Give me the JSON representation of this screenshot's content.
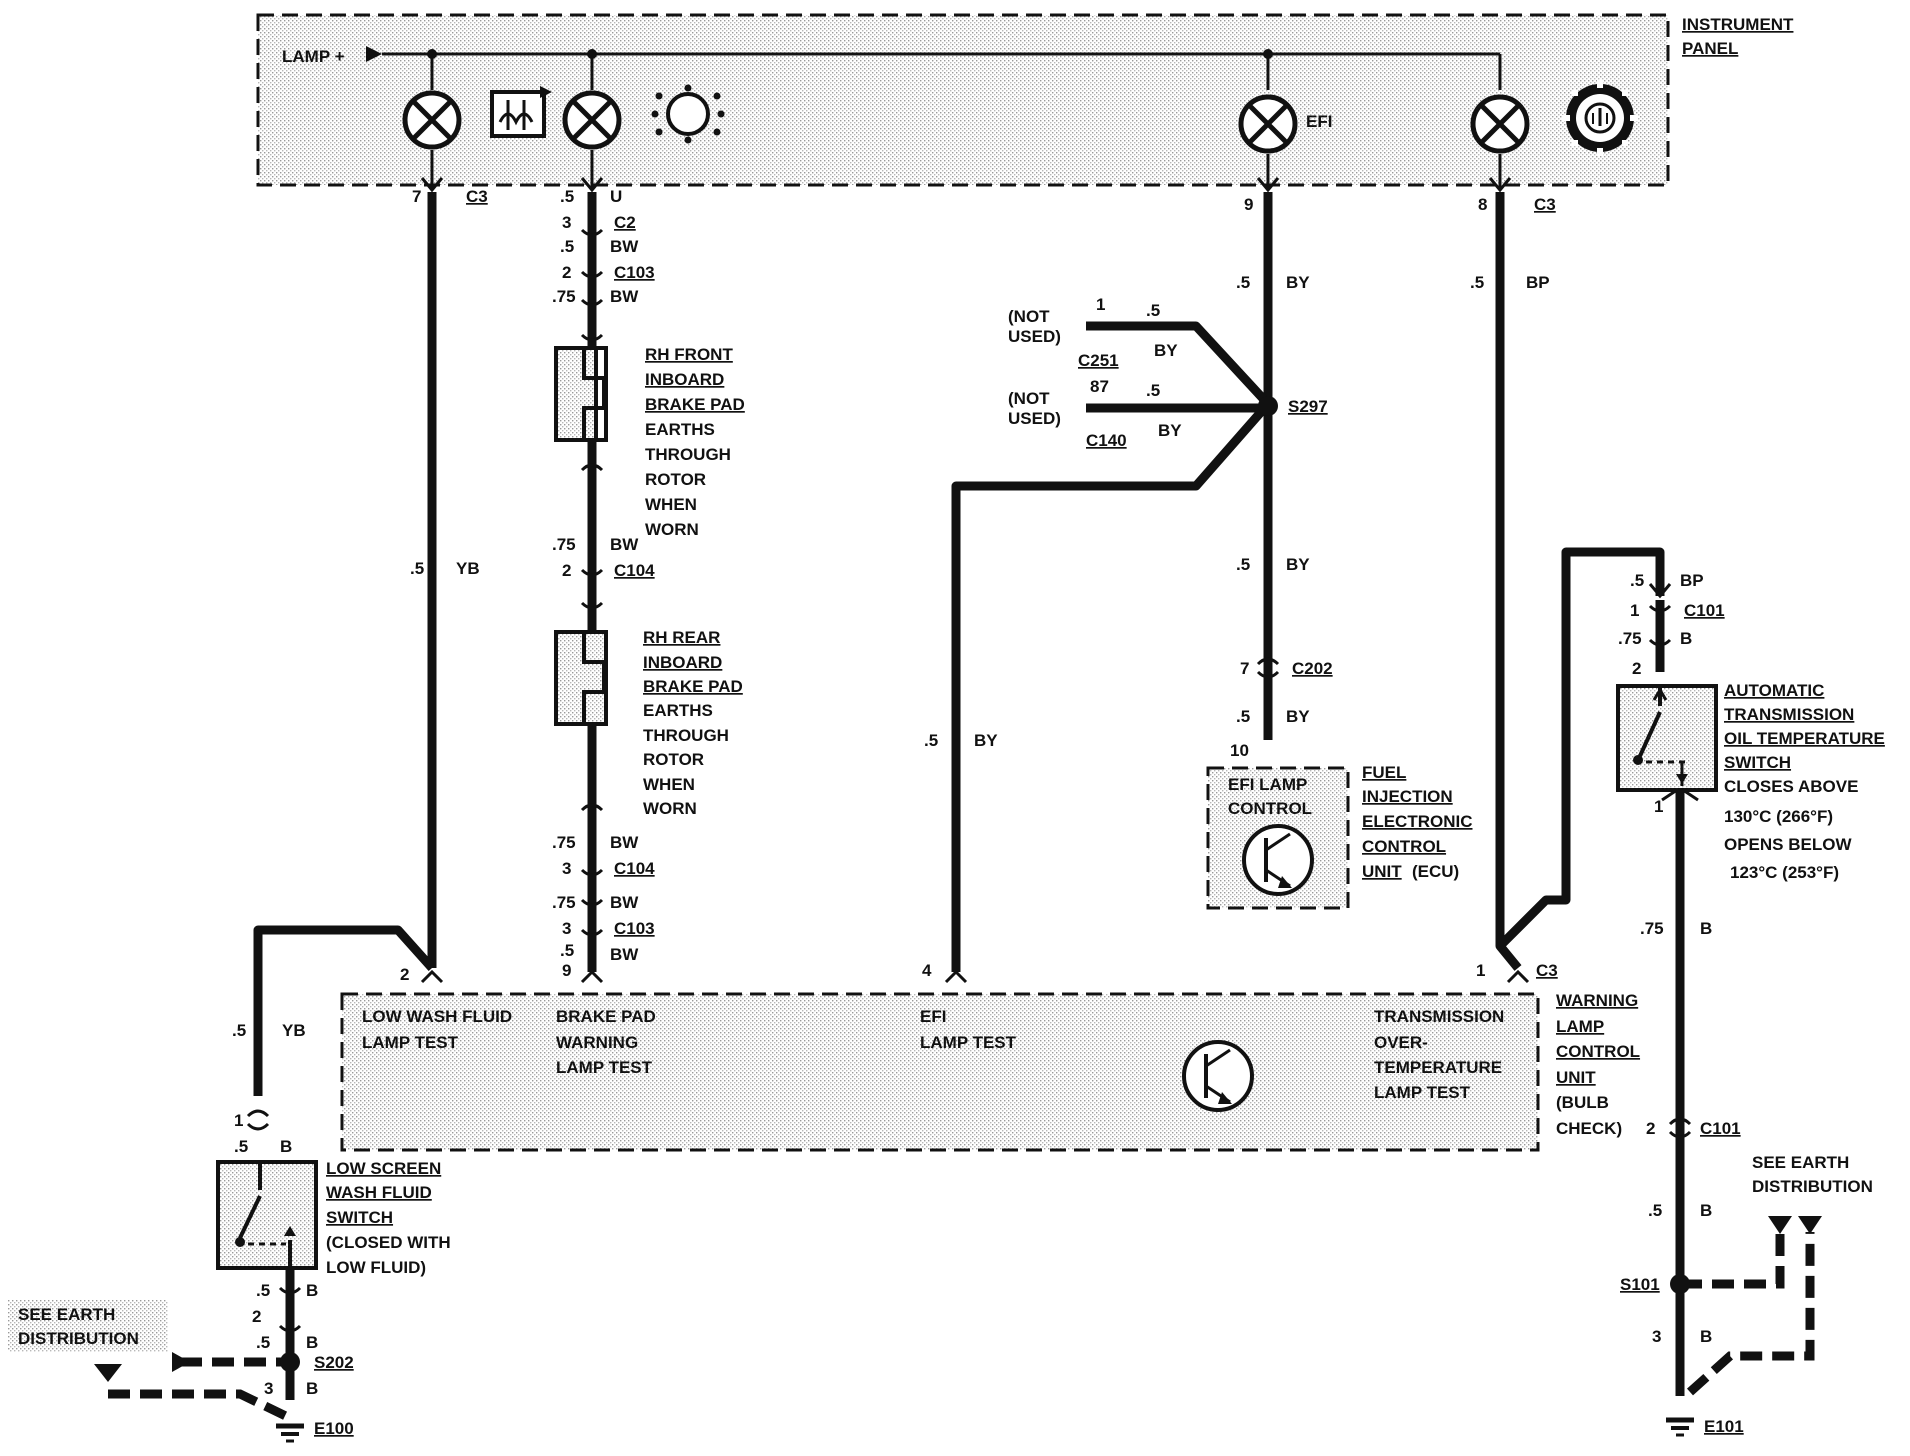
{
  "instrument_panel": {
    "label_1": "INSTRUMENT",
    "label_2": "PANEL",
    "lamp_feed": "LAMP +"
  },
  "bulbs": {
    "efi": "EFI"
  },
  "pins": {
    "p_lw_top": "7",
    "c_lw_top": "C3",
    "p_bp_top_g": ".5",
    "p_bp_top_c": "U",
    "p_bp_c2_n": "3",
    "c_bp_c2": "C2",
    "g_bp_1": ".5",
    "c_bp_1": "BW",
    "p_bp_c103_n": "2",
    "c_bp_c103": "C103",
    "g_bp_2": ".75",
    "c_bp_2": "BW",
    "p_efi_top": "9",
    "p_tr_top": "8",
    "c_tr_top": "C3",
    "g_efi_1": ".5",
    "c_efi_1": "BY",
    "g_tr_1": ".5",
    "c_tr_1": "BP",
    "g_lw_mid": ".5",
    "c_lw_mid": "YB",
    "g_bp_3": ".75",
    "c_bp_3": "BW",
    "p_bp_c104a_n": "2",
    "c_bp_c104a": "C104",
    "g_bp_4": ".75",
    "c_bp_4": "BW",
    "p_bp_c104b_n": "3",
    "c_bp_c104b": "C104",
    "g_bp_5": ".75",
    "c_bp_5": "BW",
    "p_bp_c103b_n": "3",
    "c_bp_c103b": "C103",
    "g_bp_6": ".5",
    "c_bp_6": "BW",
    "p_wl_2": "2",
    "p_wl_9": "9",
    "p_wl_4": "4",
    "p_wl_1": "1",
    "c_wl": "C3",
    "g_efi_branch": ".5",
    "c_efi_branch": "BY",
    "g_efi_2": ".5",
    "c_efi_2": "BY",
    "p_efi_c202_n": "7",
    "c_efi_c202": "C202",
    "g_efi_3": ".5",
    "c_efi_3": "BY",
    "p_efi_ecu": "10",
    "g_ot_1": ".5",
    "c_ot_1": "BP",
    "p_ot_c101a_n": "1",
    "c_ot_c101a": "C101",
    "g_ot_2": ".75",
    "c_ot_2": "B",
    "p_ot_sw_top": "2",
    "p_ot_sw_bot": "1",
    "g_ot_3": ".75",
    "c_ot_3": "B",
    "p_ot_c101b_n": "2",
    "c_ot_c101b": "C101",
    "g_ot_4": ".5",
    "c_ot_4": "B",
    "c_s101": "S101",
    "p_ot_5": "3",
    "c_ot_5": "B",
    "c_e101": "E101",
    "g_lw_2": ".5",
    "c_lw_2": "YB",
    "p_lw_sw_top": "1",
    "g_lw_3": ".5",
    "c_lw_3": "B",
    "g_lw_4": ".5",
    "c_lw_4": "B",
    "p_lw_5": "2",
    "g_lw_6": ".5",
    "c_lw_6": "B",
    "c_s202": "S202",
    "p_lw_7": "3",
    "c_lw_7": "B",
    "c_e100": "E100",
    "nu1_a": "(NOT",
    "nu1_b": "USED)",
    "nu1_pin": "1",
    "nu1_g": ".5",
    "nu1_c": "BY",
    "nu1_conn": "C251",
    "nu2_a": "(NOT",
    "nu2_b": "USED)",
    "nu2_pin": "87",
    "nu2_g": ".5",
    "nu2_c": "BY",
    "nu2_conn": "C140",
    "c_s297": "S297"
  },
  "brake_front": {
    "l1": "RH FRONT",
    "l2": "INBOARD",
    "l3": "BRAKE PAD",
    "l4": "EARTHS",
    "l5": "THROUGH",
    "l6": "ROTOR",
    "l7": "WHEN",
    "l8": "WORN"
  },
  "brake_rear": {
    "l1": "RH REAR",
    "l2": "INBOARD",
    "l3": "BRAKE PAD",
    "l4": "EARTHS",
    "l5": "THROUGH",
    "l6": "ROTOR",
    "l7": "WHEN",
    "l8": "WORN"
  },
  "ecu": {
    "box_1": "EFI LAMP",
    "box_2": "CONTROL",
    "l1": "FUEL",
    "l2": "INJECTION",
    "l3": "ELECTRONIC",
    "l4": "CONTROL",
    "l5a": "UNIT",
    "l5b": "(ECU)"
  },
  "ot_switch": {
    "l1": "AUTOMATIC",
    "l2": "TRANSMISSION",
    "l3": "OIL TEMPERATURE",
    "l4": "SWITCH",
    "l5": "CLOSES ABOVE",
    "l6": "130°C (266°F)",
    "l7": "OPENS BELOW",
    "l8": "123°C (253°F)"
  },
  "warning_unit": {
    "t1a": "LOW WASH FLUID",
    "t1b": "LAMP TEST",
    "t2a": "BRAKE PAD",
    "t2b": "WARNING",
    "t2c": "LAMP TEST",
    "t3a": "EFI",
    "t3b": "LAMP TEST",
    "t4a": "TRANSMISSION",
    "t4b": "OVER-",
    "t4c": "TEMPERATURE",
    "t4d": "LAMP TEST",
    "n1": "WARNING",
    "n2": "LAMP",
    "n3": "CONTROL",
    "n4": "UNIT",
    "n5": "(BULB",
    "n6": "CHECK)"
  },
  "lw_switch": {
    "l1": "LOW SCREEN",
    "l2": "WASH FLUID",
    "l3": "SWITCH",
    "l4": "(CLOSED WITH",
    "l5": "LOW FLUID)"
  },
  "earth_left": {
    "l1": "SEE EARTH",
    "l2": "DISTRIBUTION"
  },
  "earth_right": {
    "l1": "SEE EARTH",
    "l2": "DISTRIBUTION"
  }
}
